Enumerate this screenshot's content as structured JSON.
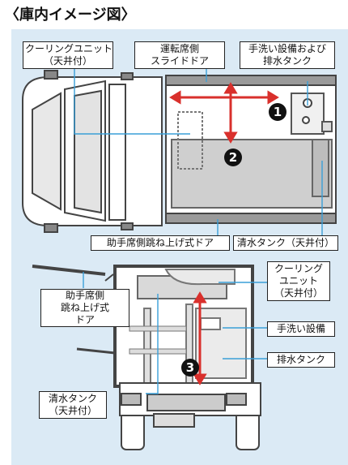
{
  "title": "〈庫内イメージ図〉",
  "top_view": {
    "cooling_unit": {
      "line1": "クーリングユニット",
      "line2": "（天井付）"
    },
    "driver_side_door": {
      "line1": "運転席側",
      "line2": "スライドドア"
    },
    "hand_wash": {
      "line1": "手洗い設備および",
      "line2": "排水タンク"
    },
    "passenger_door": "助手席側跳ね上げ式ドア",
    "fresh_water": "清水タンク（天井付）"
  },
  "rear_view": {
    "passenger_door": {
      "line1": "助手席側",
      "line2": "跳ね上げ式",
      "line3": "ドア"
    },
    "cooling_unit": {
      "line1": "クーリング",
      "line2": "ユニット",
      "line3": "（天井付）"
    },
    "hand_wash": "手洗い設備",
    "drain_tank": "排水タンク",
    "fresh_water": {
      "line1": "清水タンク",
      "line2": "（天井付）"
    }
  },
  "markers": {
    "m1": "❶",
    "m2": "❷",
    "m3": "❸"
  },
  "colors": {
    "panel": "#dbeaf5",
    "arrow": "#d9302c",
    "leader": "#3a9fd8",
    "body": "#ffffff",
    "outline": "#444444"
  }
}
